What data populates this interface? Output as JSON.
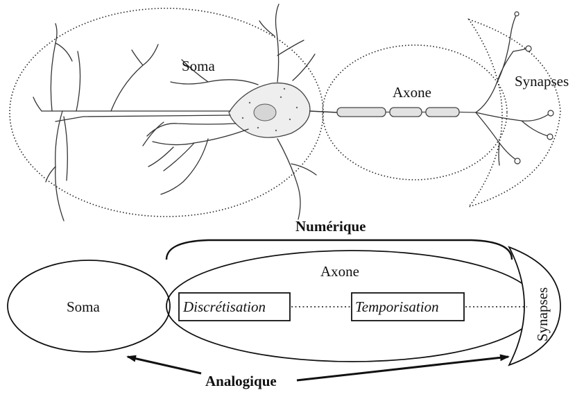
{
  "top_diagram": {
    "soma_label": "Soma",
    "axone_label": "Axone",
    "synapses_label": "Synapses"
  },
  "bottom_diagram": {
    "numerique_label": "Numérique",
    "axone_label": "Axone",
    "soma_label": "Soma",
    "discretisation_label": "Discrétisation",
    "temporisation_label": "Temporisation",
    "synapses_label": "Synapses",
    "analogique_label": "Analogique"
  }
}
